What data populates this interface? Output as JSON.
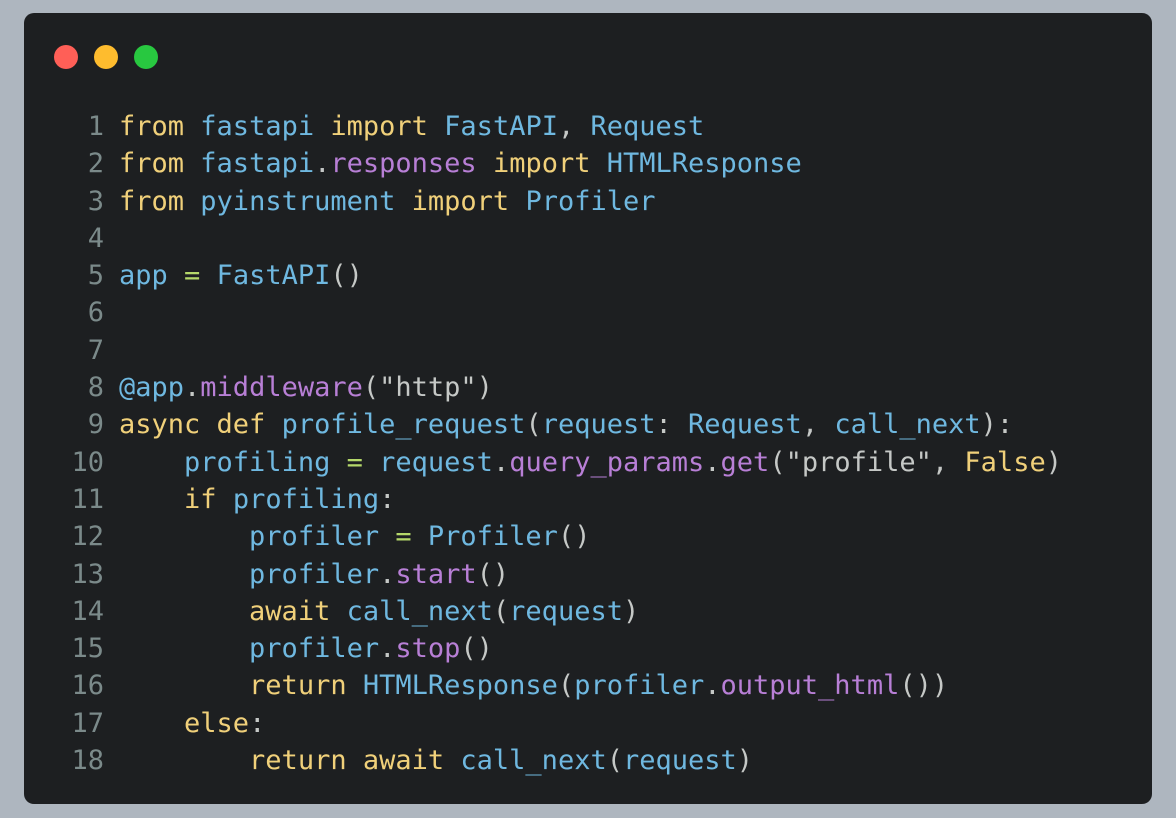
{
  "colors": {
    "background": "#1d1f21",
    "outer": "#aeb6bf",
    "line_number": "#7b8a8a",
    "keyword": "#f0d07a",
    "identifier": "#6fb8e0",
    "attribute": "#b87fd6",
    "punctuation": "#c5c8c6",
    "string": "#c5c8c6",
    "operator": "#b5d86a",
    "constant": "#f0d07a"
  },
  "window_controls": [
    {
      "name": "close",
      "color": "#ff5f57"
    },
    {
      "name": "minimize",
      "color": "#febc2e"
    },
    {
      "name": "maximize",
      "color": "#28c840"
    }
  ],
  "lines": [
    {
      "n": "1",
      "indent": "",
      "tokens": [
        {
          "t": "from",
          "c": "keyword"
        },
        {
          "t": " ",
          "c": "punctuation"
        },
        {
          "t": "fastapi",
          "c": "identifier"
        },
        {
          "t": " ",
          "c": "punctuation"
        },
        {
          "t": "import",
          "c": "keyword"
        },
        {
          "t": " ",
          "c": "punctuation"
        },
        {
          "t": "FastAPI",
          "c": "identifier"
        },
        {
          "t": ", ",
          "c": "punctuation"
        },
        {
          "t": "Request",
          "c": "identifier"
        }
      ]
    },
    {
      "n": "2",
      "indent": "",
      "tokens": [
        {
          "t": "from",
          "c": "keyword"
        },
        {
          "t": " ",
          "c": "punctuation"
        },
        {
          "t": "fastapi",
          "c": "identifier"
        },
        {
          "t": ".",
          "c": "punctuation"
        },
        {
          "t": "responses",
          "c": "attribute"
        },
        {
          "t": " ",
          "c": "punctuation"
        },
        {
          "t": "import",
          "c": "keyword"
        },
        {
          "t": " ",
          "c": "punctuation"
        },
        {
          "t": "HTMLResponse",
          "c": "identifier"
        }
      ]
    },
    {
      "n": "3",
      "indent": "",
      "tokens": [
        {
          "t": "from",
          "c": "keyword"
        },
        {
          "t": " ",
          "c": "punctuation"
        },
        {
          "t": "pyinstrument",
          "c": "identifier"
        },
        {
          "t": " ",
          "c": "punctuation"
        },
        {
          "t": "import",
          "c": "keyword"
        },
        {
          "t": " ",
          "c": "punctuation"
        },
        {
          "t": "Profiler",
          "c": "identifier"
        }
      ]
    },
    {
      "n": "4",
      "indent": "",
      "tokens": []
    },
    {
      "n": "5",
      "indent": "",
      "tokens": [
        {
          "t": "app",
          "c": "identifier"
        },
        {
          "t": " ",
          "c": "punctuation"
        },
        {
          "t": "=",
          "c": "operator"
        },
        {
          "t": " ",
          "c": "punctuation"
        },
        {
          "t": "FastAPI",
          "c": "identifier"
        },
        {
          "t": "()",
          "c": "punctuation"
        }
      ]
    },
    {
      "n": "6",
      "indent": "",
      "tokens": []
    },
    {
      "n": "7",
      "indent": "",
      "tokens": []
    },
    {
      "n": "8",
      "indent": "",
      "tokens": [
        {
          "t": "@app",
          "c": "identifier"
        },
        {
          "t": ".",
          "c": "punctuation"
        },
        {
          "t": "middleware",
          "c": "attribute"
        },
        {
          "t": "(",
          "c": "punctuation"
        },
        {
          "t": "\"http\"",
          "c": "string"
        },
        {
          "t": ")",
          "c": "punctuation"
        }
      ]
    },
    {
      "n": "9",
      "indent": "",
      "tokens": [
        {
          "t": "async",
          "c": "keyword"
        },
        {
          "t": " ",
          "c": "punctuation"
        },
        {
          "t": "def",
          "c": "keyword"
        },
        {
          "t": " ",
          "c": "punctuation"
        },
        {
          "t": "profile_request",
          "c": "identifier"
        },
        {
          "t": "(",
          "c": "punctuation"
        },
        {
          "t": "request",
          "c": "identifier"
        },
        {
          "t": ": ",
          "c": "punctuation"
        },
        {
          "t": "Request",
          "c": "identifier"
        },
        {
          "t": ", ",
          "c": "punctuation"
        },
        {
          "t": "call_next",
          "c": "identifier"
        },
        {
          "t": "):",
          "c": "punctuation"
        }
      ]
    },
    {
      "n": "10",
      "indent": "    ",
      "tokens": [
        {
          "t": "profiling",
          "c": "identifier"
        },
        {
          "t": " ",
          "c": "punctuation"
        },
        {
          "t": "=",
          "c": "operator"
        },
        {
          "t": " ",
          "c": "punctuation"
        },
        {
          "t": "request",
          "c": "identifier"
        },
        {
          "t": ".",
          "c": "punctuation"
        },
        {
          "t": "query_params",
          "c": "attribute"
        },
        {
          "t": ".",
          "c": "punctuation"
        },
        {
          "t": "get",
          "c": "attribute"
        },
        {
          "t": "(",
          "c": "punctuation"
        },
        {
          "t": "\"profile\"",
          "c": "string"
        },
        {
          "t": ", ",
          "c": "punctuation"
        },
        {
          "t": "False",
          "c": "constant"
        },
        {
          "t": ")",
          "c": "punctuation"
        }
      ]
    },
    {
      "n": "11",
      "indent": "    ",
      "tokens": [
        {
          "t": "if",
          "c": "keyword"
        },
        {
          "t": " ",
          "c": "punctuation"
        },
        {
          "t": "profiling",
          "c": "identifier"
        },
        {
          "t": ":",
          "c": "punctuation"
        }
      ]
    },
    {
      "n": "12",
      "indent": "        ",
      "tokens": [
        {
          "t": "profiler",
          "c": "identifier"
        },
        {
          "t": " ",
          "c": "punctuation"
        },
        {
          "t": "=",
          "c": "operator"
        },
        {
          "t": " ",
          "c": "punctuation"
        },
        {
          "t": "Profiler",
          "c": "identifier"
        },
        {
          "t": "()",
          "c": "punctuation"
        }
      ]
    },
    {
      "n": "13",
      "indent": "        ",
      "tokens": [
        {
          "t": "profiler",
          "c": "identifier"
        },
        {
          "t": ".",
          "c": "punctuation"
        },
        {
          "t": "start",
          "c": "attribute"
        },
        {
          "t": "()",
          "c": "punctuation"
        }
      ]
    },
    {
      "n": "14",
      "indent": "        ",
      "tokens": [
        {
          "t": "await",
          "c": "keyword"
        },
        {
          "t": " ",
          "c": "punctuation"
        },
        {
          "t": "call_next",
          "c": "identifier"
        },
        {
          "t": "(",
          "c": "punctuation"
        },
        {
          "t": "request",
          "c": "identifier"
        },
        {
          "t": ")",
          "c": "punctuation"
        }
      ]
    },
    {
      "n": "15",
      "indent": "        ",
      "tokens": [
        {
          "t": "profiler",
          "c": "identifier"
        },
        {
          "t": ".",
          "c": "punctuation"
        },
        {
          "t": "stop",
          "c": "attribute"
        },
        {
          "t": "()",
          "c": "punctuation"
        }
      ]
    },
    {
      "n": "16",
      "indent": "        ",
      "tokens": [
        {
          "t": "return",
          "c": "keyword"
        },
        {
          "t": " ",
          "c": "punctuation"
        },
        {
          "t": "HTMLResponse",
          "c": "identifier"
        },
        {
          "t": "(",
          "c": "punctuation"
        },
        {
          "t": "profiler",
          "c": "identifier"
        },
        {
          "t": ".",
          "c": "punctuation"
        },
        {
          "t": "output_html",
          "c": "attribute"
        },
        {
          "t": "())",
          "c": "punctuation"
        }
      ]
    },
    {
      "n": "17",
      "indent": "    ",
      "tokens": [
        {
          "t": "else",
          "c": "keyword"
        },
        {
          "t": ":",
          "c": "punctuation"
        }
      ]
    },
    {
      "n": "18",
      "indent": "        ",
      "tokens": [
        {
          "t": "return",
          "c": "keyword"
        },
        {
          "t": " ",
          "c": "punctuation"
        },
        {
          "t": "await",
          "c": "keyword"
        },
        {
          "t": " ",
          "c": "punctuation"
        },
        {
          "t": "call_next",
          "c": "identifier"
        },
        {
          "t": "(",
          "c": "punctuation"
        },
        {
          "t": "request",
          "c": "identifier"
        },
        {
          "t": ")",
          "c": "punctuation"
        }
      ]
    }
  ]
}
